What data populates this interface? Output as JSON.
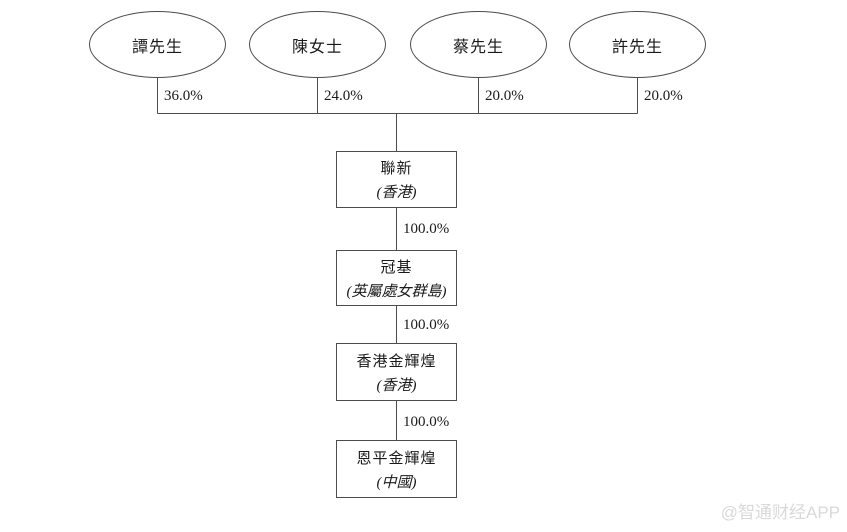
{
  "diagram": {
    "owners": [
      {
        "name": "譚先生",
        "stake": "36.0%"
      },
      {
        "name": "陳女士",
        "stake": "24.0%"
      },
      {
        "name": "蔡先生",
        "stake": "20.0%"
      },
      {
        "name": "許先生",
        "stake": "20.0%"
      }
    ],
    "companies": [
      {
        "name": "聯新",
        "location": "(香港)"
      },
      {
        "name": "冠基",
        "location": "(英屬處女群島)",
        "stake": "100.0%"
      },
      {
        "name": "香港金輝煌",
        "location": "(香港)",
        "stake": "100.0%"
      },
      {
        "name": "恩平金輝煌",
        "location": "(中國)",
        "stake": "100.0%"
      }
    ],
    "watermark": "@智通财经APP"
  },
  "colors": {
    "line": "#4d4d4d",
    "text": "#1a1a1a",
    "watermark": "#d9d9d9",
    "background": "#ffffff"
  }
}
